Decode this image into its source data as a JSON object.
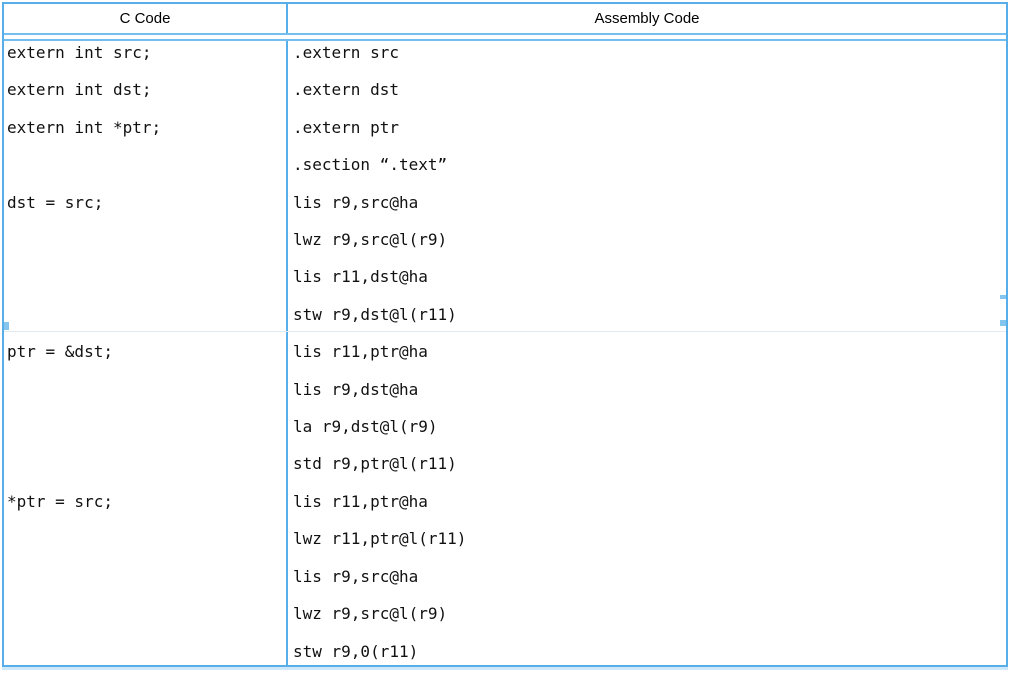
{
  "colors": {
    "table_border": "#58AEE9",
    "header_rule": "#74BEEF",
    "row_separator": "#E0EAF2",
    "text": "#111111",
    "background": "#ffffff"
  },
  "table": {
    "headers": [
      {
        "label": "C Code"
      },
      {
        "label": "Assembly Code"
      }
    ],
    "row_groups": [
      {
        "c_lines": [
          "extern int src;",
          "extern int dst;",
          "extern int *ptr;",
          "",
          "dst = src;",
          "",
          "",
          ""
        ],
        "asm_lines": [
          ".extern src",
          ".extern dst",
          ".extern ptr",
          ".section “.text”",
          "lis r9,src@ha",
          "lwz r9,src@l(r9)",
          "lis r11,dst@ha",
          "stw r9,dst@l(r11)"
        ],
        "separator_after": true
      },
      {
        "c_lines": [
          "ptr = &dst;",
          "",
          "",
          ""
        ],
        "asm_lines": [
          "lis r11,ptr@ha",
          "lis r9,dst@ha",
          "la r9,dst@l(r9)",
          "std r9,ptr@l(r11)"
        ],
        "separator_after": false
      },
      {
        "c_lines": [
          "*ptr = src;",
          "",
          "",
          "",
          ""
        ],
        "asm_lines": [
          "lis r11,ptr@ha",
          "lwz r11,ptr@l(r11)",
          "lis r9,src@ha",
          "lwz r9,src@l(r9)",
          "stw r9,0(r11)"
        ],
        "separator_after": false
      }
    ]
  }
}
